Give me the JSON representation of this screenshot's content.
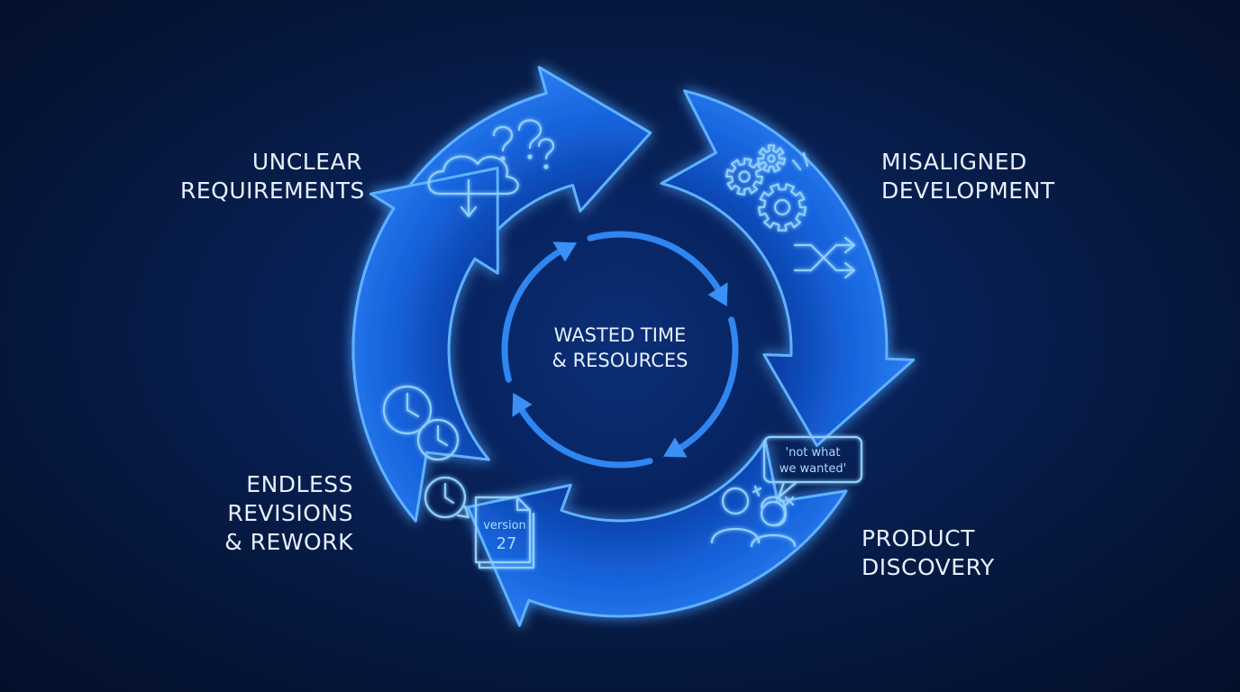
{
  "center": {
    "line1": "WASTED TIME",
    "line2": "& RESOURCES"
  },
  "stages": {
    "unclear": {
      "line1": "UNCLEAR",
      "line2": "REQUIREMENTS",
      "icon": "cloud-question-icon"
    },
    "misaligned": {
      "line1": "MISALIGNED",
      "line2": "DEVELOPMENT",
      "icon": "gears-shuffle-icon"
    },
    "discovery": {
      "line1": "PRODUCT",
      "line2": "DISCOVERY",
      "icon": "people-speech-icon"
    },
    "revisions": {
      "line1": "ENDLESS",
      "line2": "REVISIONS",
      "line3": "& REWORK",
      "icon": "clocks-document-icon"
    }
  },
  "speech_bubble": {
    "line1": "'not what",
    "line2": "we wanted'"
  },
  "version_doc": {
    "line1": "version",
    "line2": "27"
  },
  "colors": {
    "background": "#061941",
    "arrow_fill": "#1560d8",
    "arrow_edge": "#5fb2ff",
    "icon_stroke": "#8fd0ff",
    "text": "#e8f0ff"
  }
}
